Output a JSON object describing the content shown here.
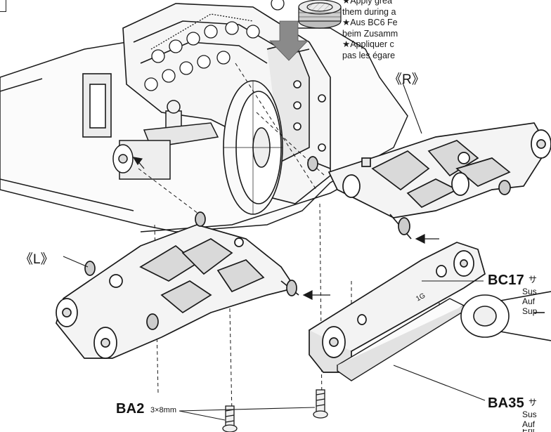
{
  "notes": {
    "lines": [
      "★Apply grea",
      "them during a",
      "★Aus BC6 Fe",
      "beim Zusamm",
      "★Appliquer c",
      "pas les égare"
    ]
  },
  "labels": {
    "arm_right": "《R》",
    "arm_left": "《L》",
    "bc17_code": "BC17",
    "bc17_texts": [
      "サ",
      "Sus",
      "Auf",
      "Sup"
    ],
    "ba35_code": "BA35",
    "ba35_texts": [
      "サ",
      "Sus",
      "Auf",
      "Ent"
    ],
    "ba2_code": "BA2",
    "ba2_size": "3×8mm",
    "part_mark": "1G"
  },
  "colors": {
    "line": "#1a1a1a",
    "shade": "#d9d9d9",
    "light": "#f1f1f1",
    "arrow": "#8a8a8a"
  }
}
